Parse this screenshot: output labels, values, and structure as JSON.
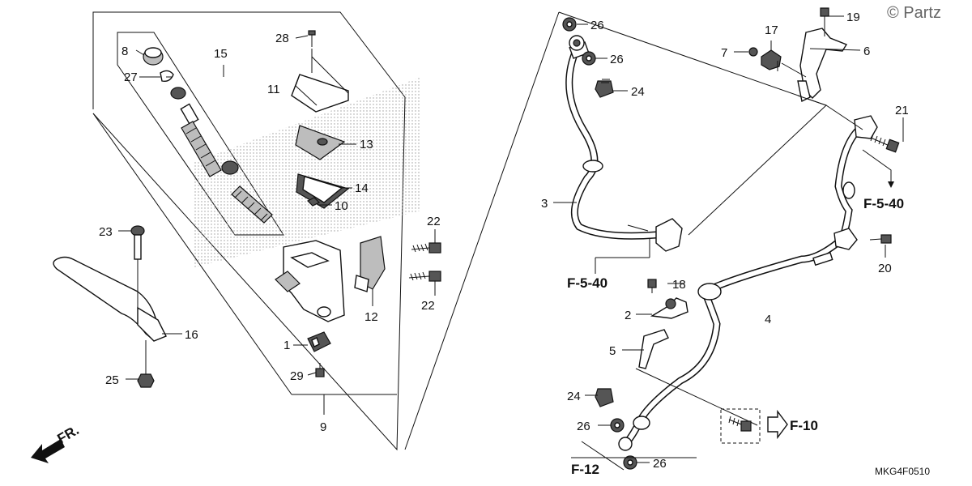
{
  "copyright": "© Partz",
  "diagram_code": "MKG4F0510",
  "direction_label": "FR.",
  "fine_print": {
    "line1": "",
    "line2": ""
  },
  "parts": {
    "p1": "1",
    "p2": "2",
    "p3": "3",
    "p4": "4",
    "p5": "5",
    "p6": "6",
    "p7": "7",
    "p8": "8",
    "p9": "9",
    "p10": "10",
    "p11": "11",
    "p12": "12",
    "p13": "13",
    "p14": "14",
    "p15": "15",
    "p16": "16",
    "p17": "17",
    "p18": "18",
    "p19": "19",
    "p20": "20",
    "p21": "21",
    "p22a": "22",
    "p22b": "22",
    "p23": "23",
    "p24a": "24",
    "p24b": "24",
    "p25": "25",
    "p26a": "26",
    "p26b": "26",
    "p26c": "26",
    "p26d": "26",
    "p27": "27",
    "p28": "28",
    "p29": "29"
  },
  "references": {
    "f540a": "F-5-40",
    "f540b": "F-5-40",
    "f10": "F-10",
    "f12": "F-12"
  }
}
